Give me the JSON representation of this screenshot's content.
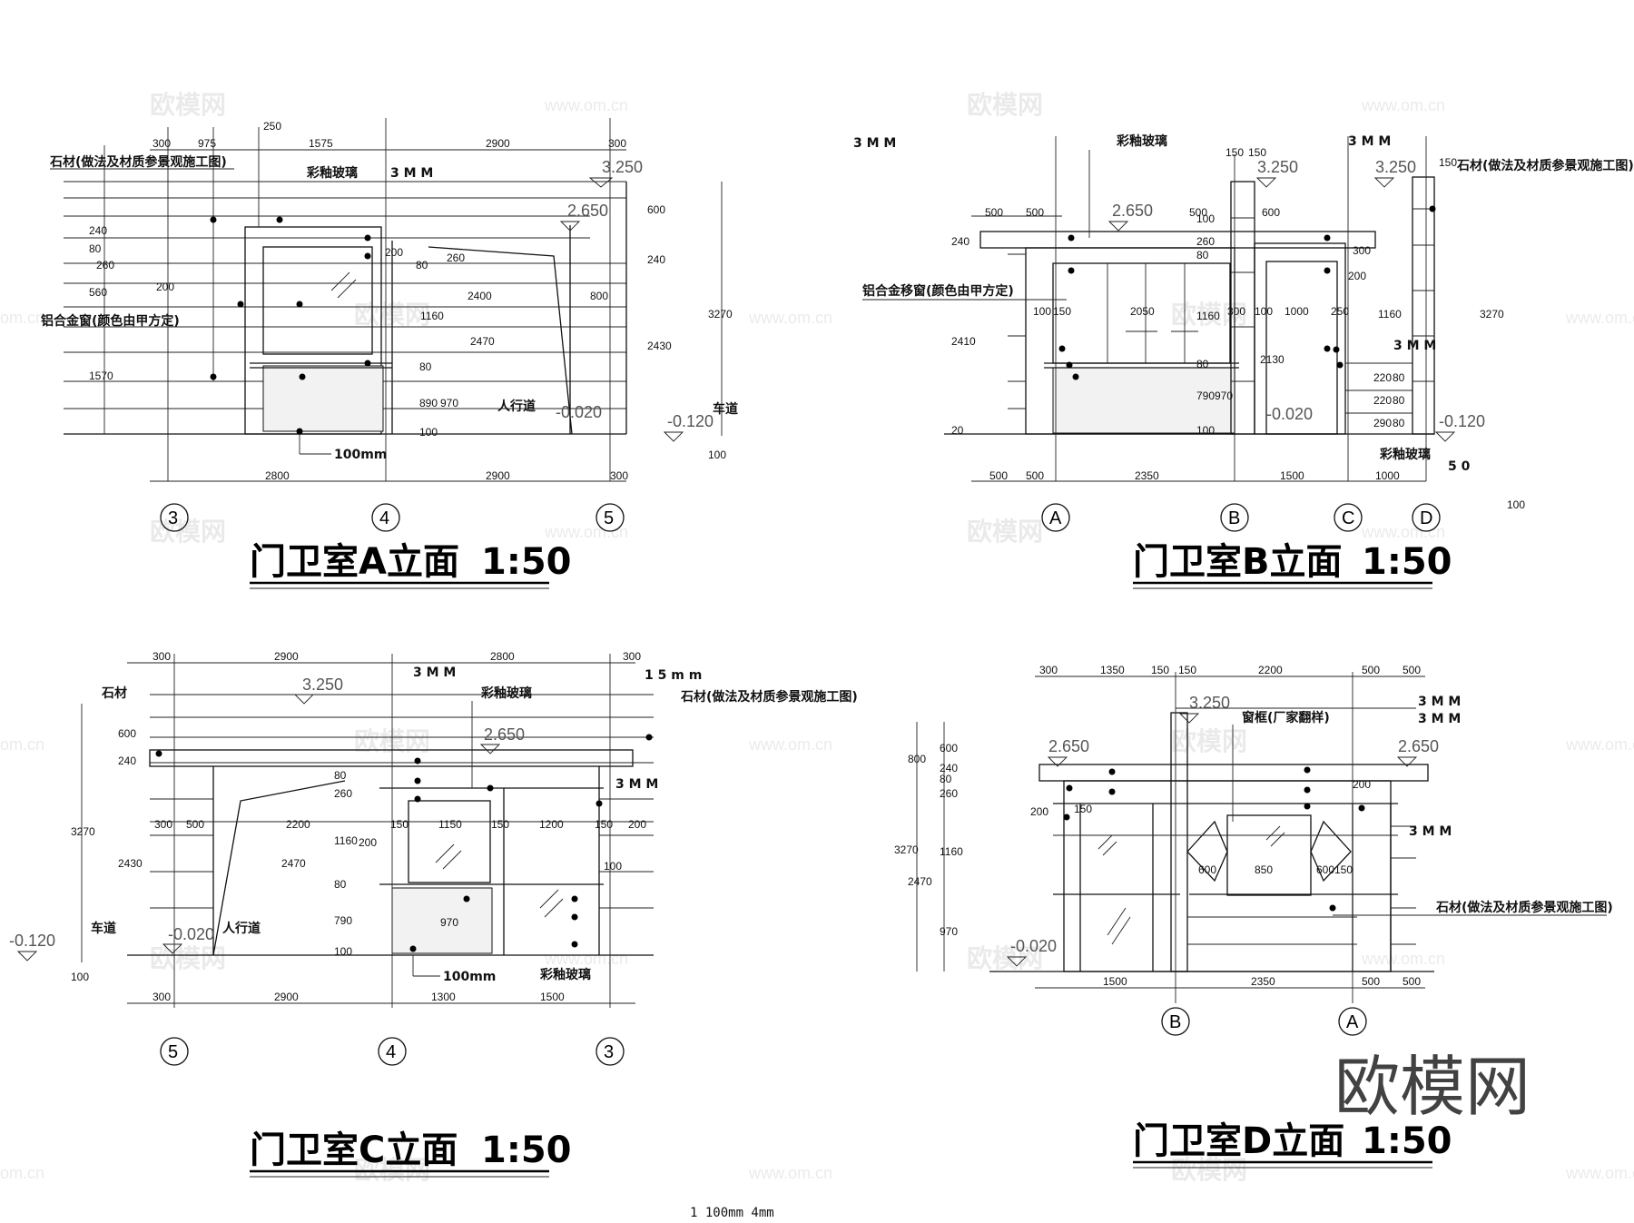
{
  "watermarks": {
    "brand": "欧模网",
    "url": "www.om.cn",
    "url_cut": "om.cn"
  },
  "logo": "欧模网",
  "footer": "1 100mm   4mm",
  "colors": {
    "ink": "#000000",
    "paper": "#ffffff",
    "stone_fill": "#f2f2f2"
  },
  "elevations": {
    "A": {
      "title": "门卫室A立面",
      "scale": "1:50",
      "grids": [
        "3",
        "4",
        "5"
      ],
      "top_dims": [
        "300",
        "975",
        "250",
        "1575",
        "2900",
        "300"
      ],
      "bottom_dims": [
        "2800",
        "2900",
        "300"
      ],
      "left_dims": [
        "240",
        "80",
        "260",
        "560",
        "200",
        "1570"
      ],
      "mid_dims": [
        "200",
        "80",
        "260",
        "1160",
        "2400",
        "2470",
        "800",
        "80",
        "890",
        "970",
        "100"
      ],
      "right_dims": [
        "600",
        "240",
        "2430",
        "3270",
        "100"
      ],
      "levels": [
        "3.250",
        "2.650",
        "-0.020",
        "-0.120"
      ],
      "labels": {
        "stone": "石材(做法及材质参景观施工图)",
        "glass": "彩釉玻璃",
        "three_mm": "3 M M",
        "alu_window": "铝合金窗(颜色由甲方定)",
        "sidewalk": "人行道",
        "road": "车道",
        "hundred": "100mm"
      }
    },
    "B": {
      "title": "门卫室B立面",
      "scale": "1:50",
      "grids": [
        "A",
        "B",
        "C",
        "D"
      ],
      "top_dims": [
        "500",
        "500",
        "500",
        "150",
        "150",
        "600",
        "150"
      ],
      "bottom_dims": [
        "500",
        "500",
        "2350",
        "1500",
        "1000"
      ],
      "inner_dims": [
        "100",
        "150",
        "2050",
        "300",
        "100",
        "1000",
        "250",
        "2130",
        "220",
        "220",
        "290",
        "80",
        "80",
        "80"
      ],
      "left_dims": [
        "240",
        "2410",
        "20"
      ],
      "mid_dims": [
        "100",
        "260",
        "80",
        "1160",
        "80",
        "790",
        "970",
        "100",
        "300",
        "200"
      ],
      "right_dims": [
        "1160",
        "3270"
      ],
      "levels": [
        "3.250",
        "2.650",
        "3.250",
        "-0.020",
        "-0.120"
      ],
      "labels": {
        "three_mm_a": "3 M M",
        "three_mm_b": "3 M M",
        "three_mm_c": "3 M M",
        "glass_a": "彩釉玻璃",
        "glass_b": "彩釉玻璃",
        "stone": "石材(做法及材质参景观施工图)",
        "alu_slide": "铝合金移窗(颜色由甲方定)",
        "fifty": "5 0",
        "hundred": "100"
      }
    },
    "C": {
      "title": "门卫室C立面",
      "scale": "1:50",
      "grids": [
        "5",
        "4",
        "3"
      ],
      "top_dims": [
        "300",
        "2900",
        "2800",
        "300"
      ],
      "row_dims": [
        "300",
        "500",
        "2200",
        "150",
        "1150",
        "150",
        "1200",
        "150",
        "200"
      ],
      "bottom_dims": [
        "300",
        "2900",
        "1300",
        "1500"
      ],
      "left_dims": [
        "600",
        "240",
        "3270",
        "2430",
        "100"
      ],
      "mid_dims": [
        "80",
        "260",
        "1160",
        "2470",
        "80",
        "790",
        "100",
        "970",
        "200",
        "100"
      ],
      "levels": [
        "3.250",
        "2.650",
        "-0.120",
        "-0.020"
      ],
      "labels": {
        "stone_a": "石材",
        "stone_b": "石材(做法及材质参景观施工图)",
        "three_mm_a": "3 M M",
        "three_mm_b": "3 M M",
        "fifteen": "1 5 m m",
        "glass_a": "彩釉玻璃",
        "glass_b": "彩釉玻璃",
        "road": "车道",
        "sidewalk": "人行道",
        "hundred": "100mm"
      }
    },
    "D": {
      "title": "门卫室D立面",
      "scale": "1:50",
      "grids": [
        "B",
        "A"
      ],
      "top_dims": [
        "300",
        "1350",
        "150",
        "150",
        "2200",
        "500",
        "500"
      ],
      "row_dims": [
        "200",
        "150",
        "600",
        "850",
        "600",
        "150",
        "200"
      ],
      "bottom_dims": [
        "1500",
        "2350",
        "500",
        "500"
      ],
      "left_dims": [
        "800",
        "3270",
        "2470",
        "600",
        "240",
        "80",
        "260",
        "1160",
        "970"
      ],
      "levels": [
        "3.250",
        "2.650",
        "2.650",
        "-0.020"
      ],
      "labels": {
        "three_mm_a": "3 M M",
        "three_mm_b": "3 M M",
        "three_mm_c": "3 M M",
        "frame": "窗框(厂家翻样)",
        "stone": "石材(做法及材质参景观施工图)"
      }
    }
  }
}
